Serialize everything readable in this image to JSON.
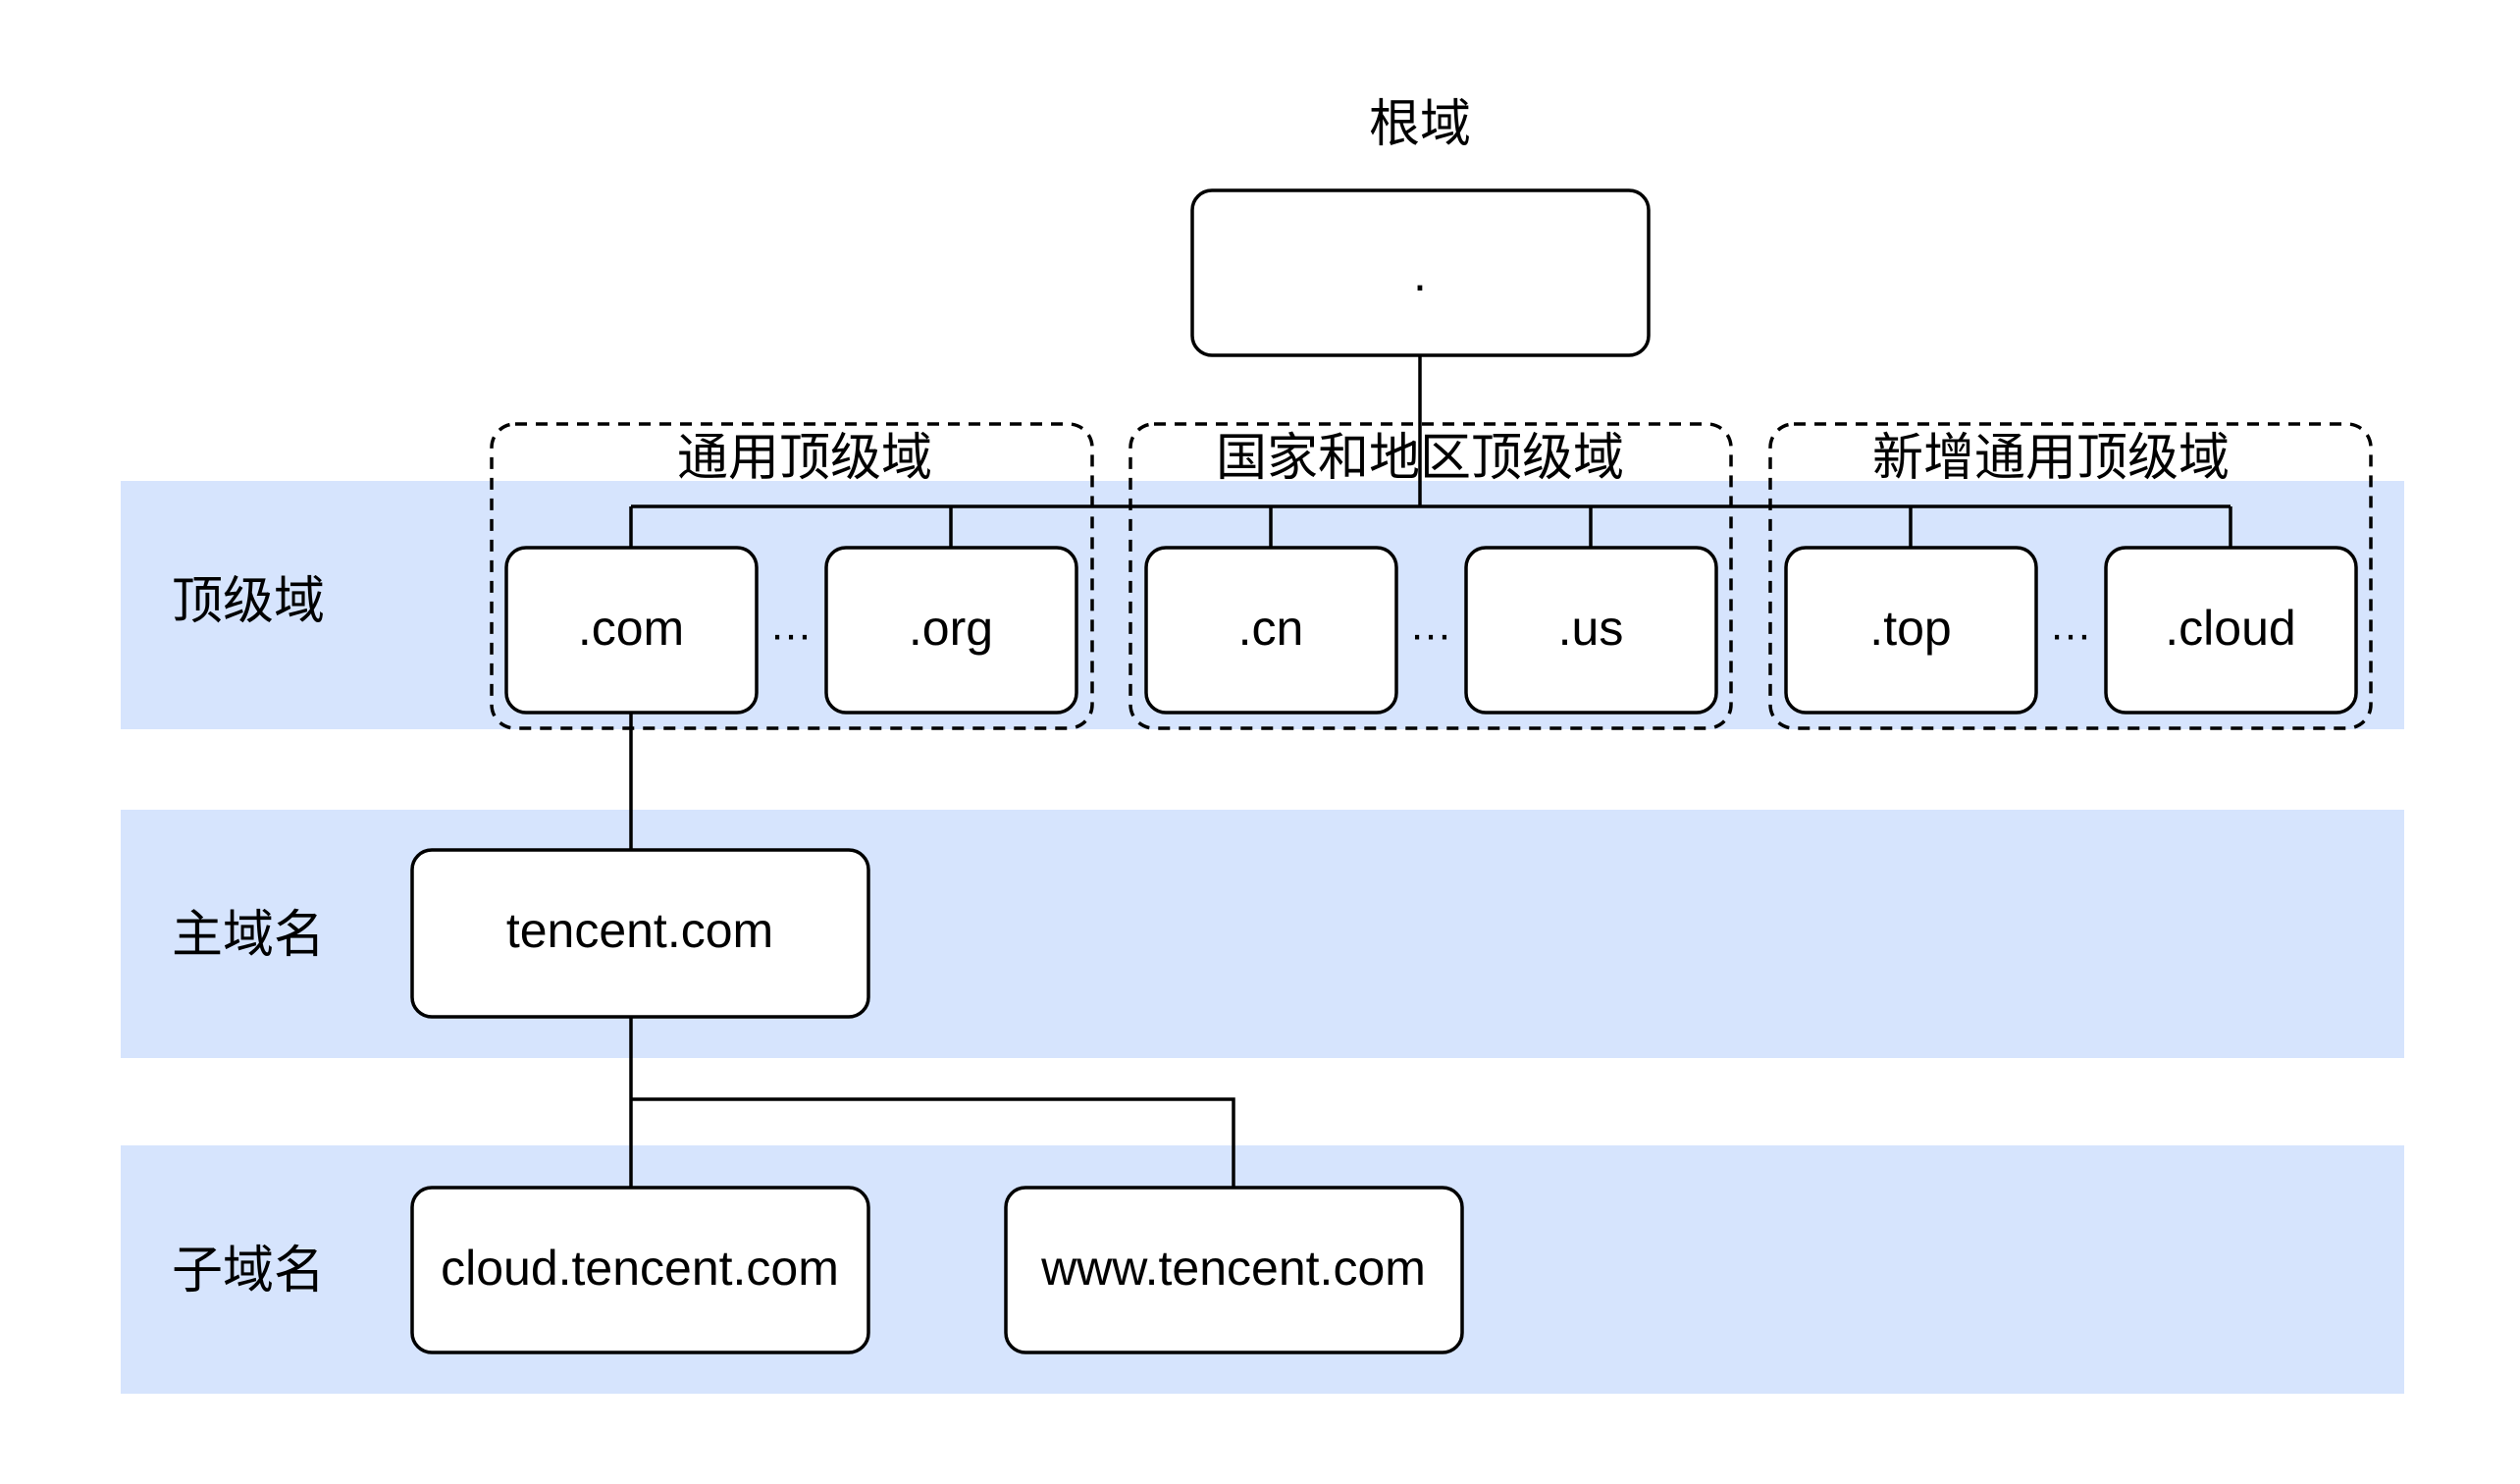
{
  "root": {
    "title": "根域",
    "label": "."
  },
  "levels": {
    "tld": "顶级域",
    "main_domain": "主域名",
    "subdomain": "子域名"
  },
  "groups": {
    "generic": "通用顶级域",
    "country": "国家和地区顶级域",
    "new_generic": "新增通用顶级域"
  },
  "tlds": {
    "com": ".com",
    "org": ".org",
    "cn": ".cn",
    "us": ".us",
    "top": ".top",
    "cloud": ".cloud"
  },
  "ellipsis": "…",
  "main_domain": "tencent.com",
  "subdomains": {
    "cloud": "cloud.tencent.com",
    "www": "www.tencent.com"
  },
  "colors": {
    "band": "#d6e4fd",
    "stroke": "#000000",
    "node_fill": "#ffffff"
  }
}
